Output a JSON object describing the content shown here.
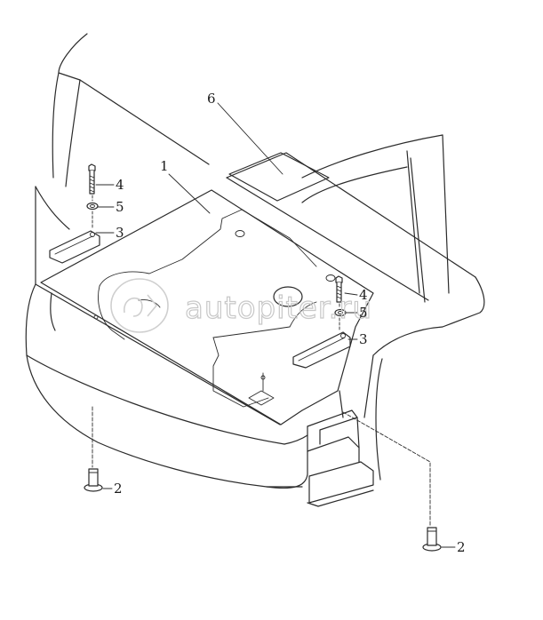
{
  "callouts": {
    "c1": "1",
    "c2a": "2",
    "c2b": "2",
    "c3a": "3",
    "c3b": "3",
    "c4a": "4",
    "c4b": "4",
    "c5a": "5",
    "c5b": "5",
    "c6": "6"
  },
  "watermark": "autopiter.ru",
  "colors": {
    "line": "#2b2b2b",
    "watermark": "#c8c8c8"
  }
}
